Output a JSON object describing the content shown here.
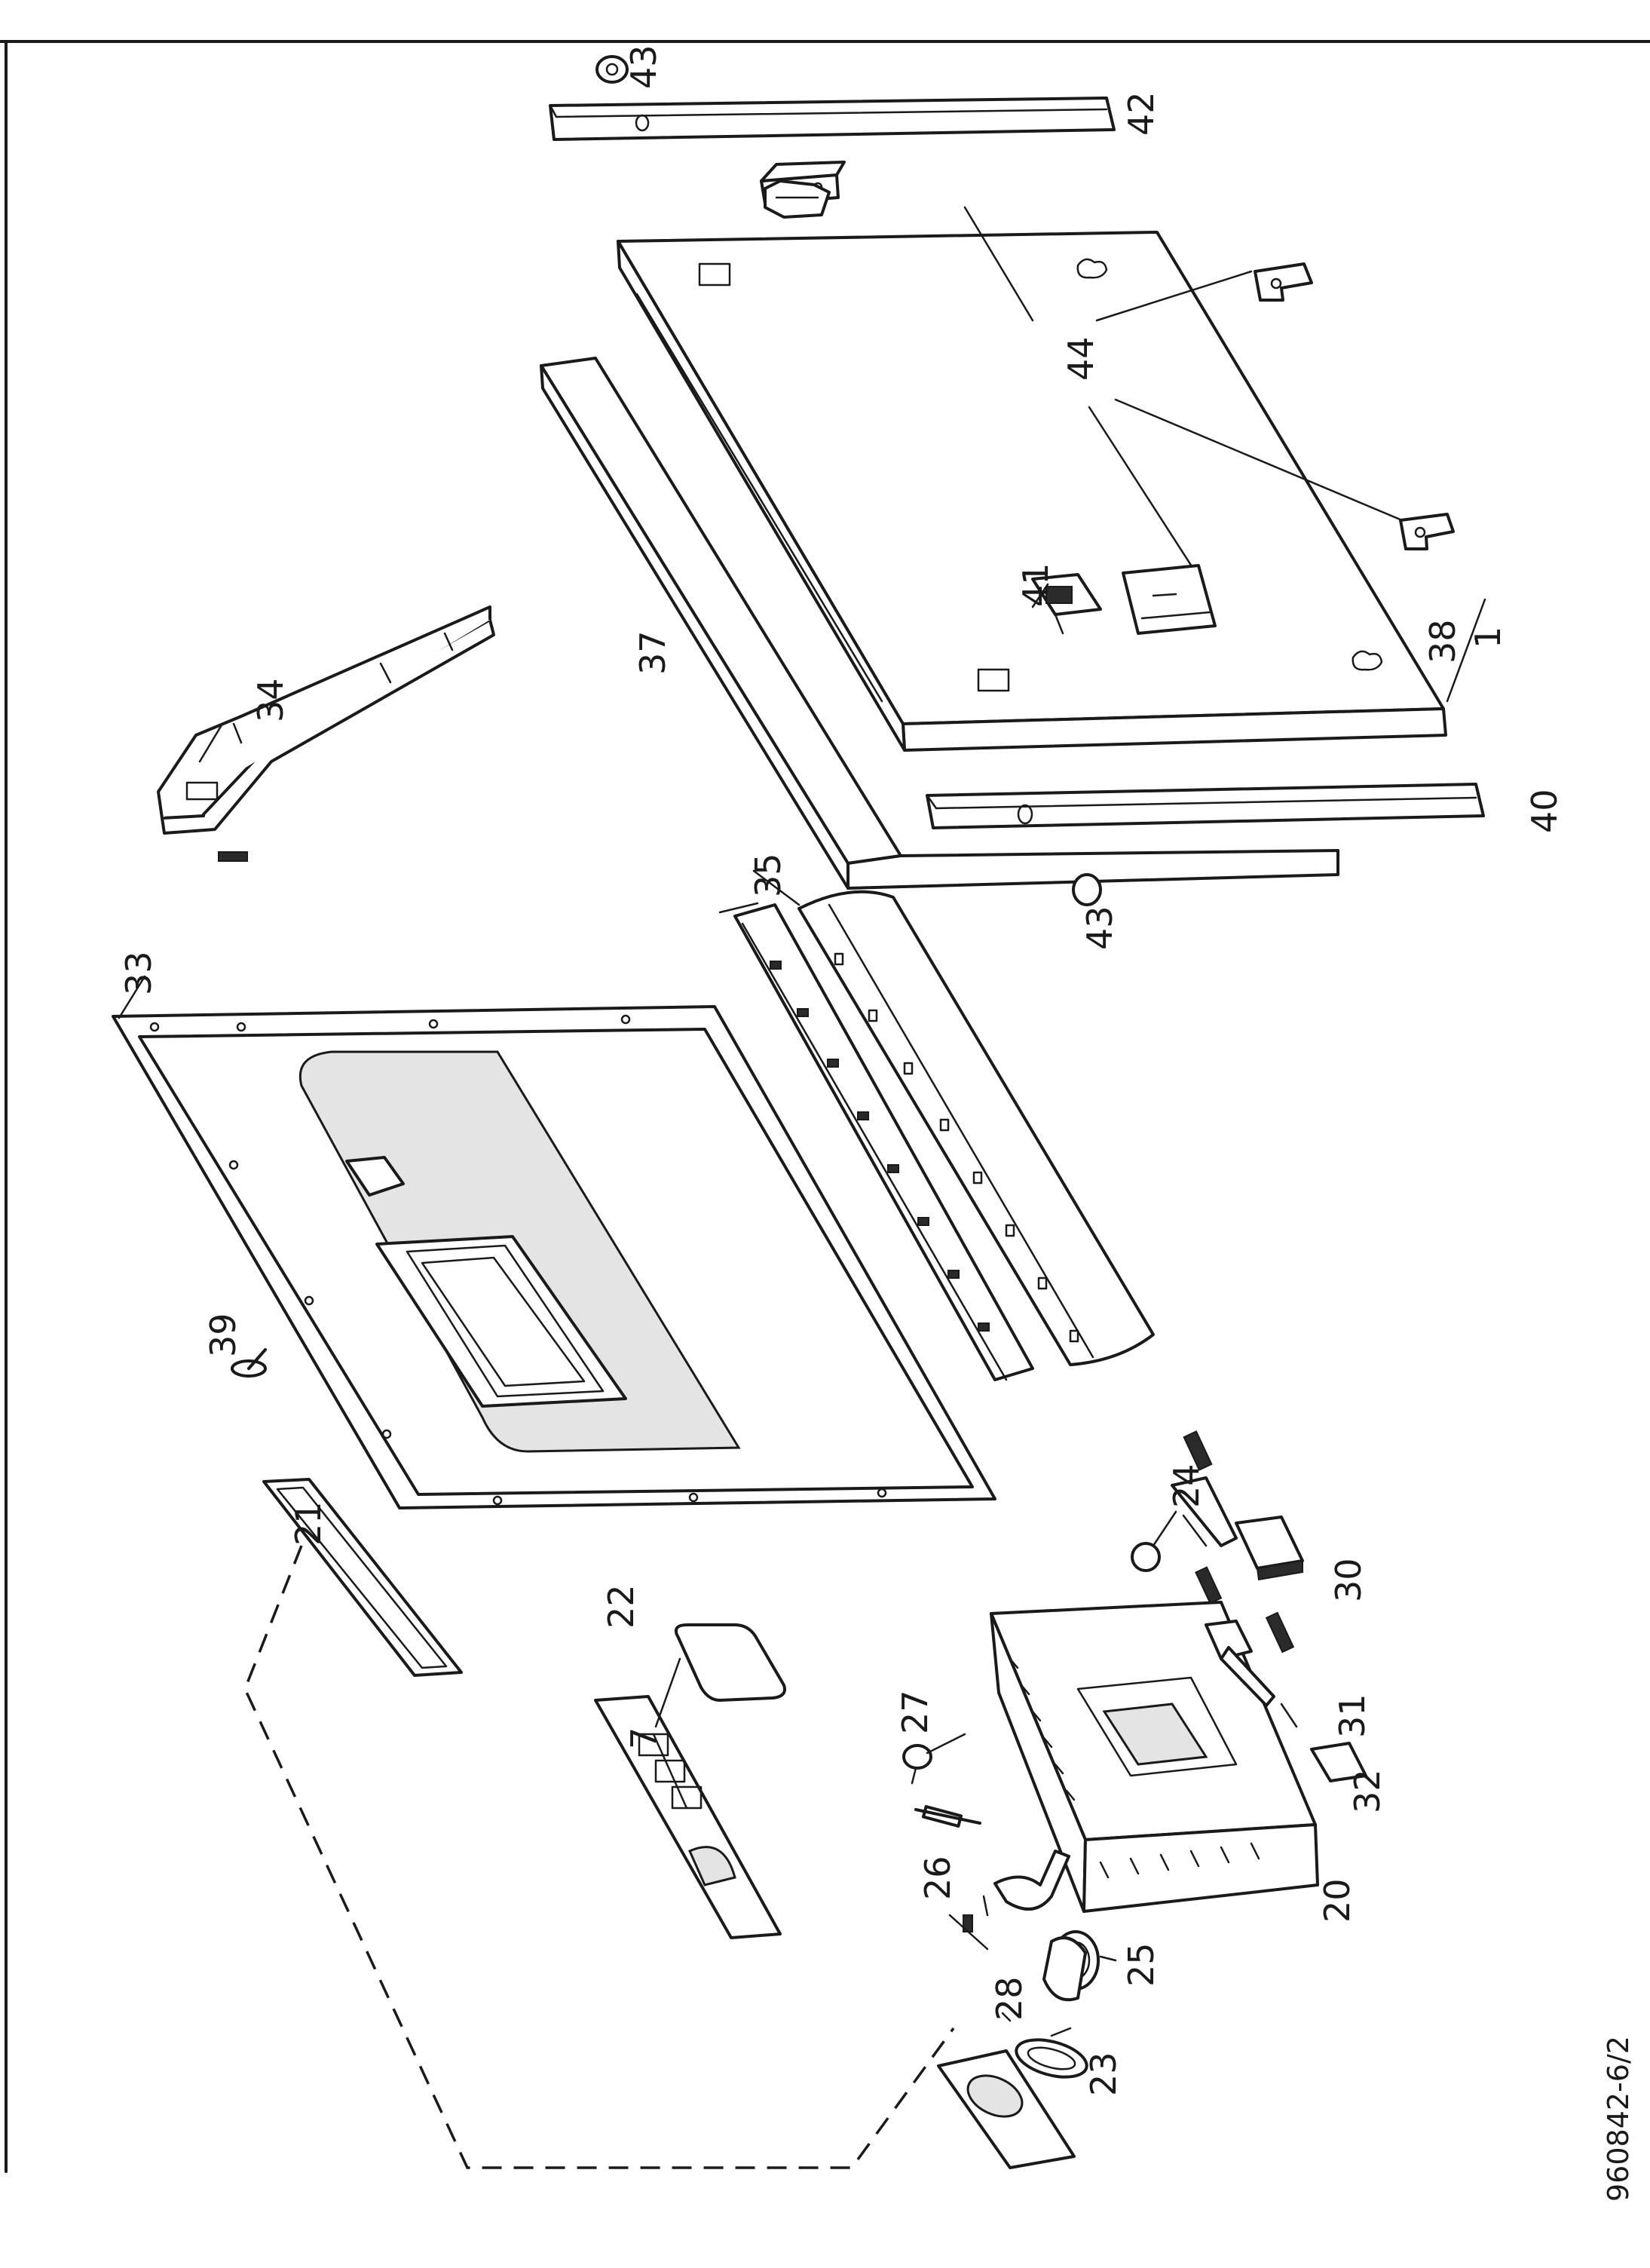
{
  "labels": {
    "l1": "1",
    "l7": "7",
    "l20": "20",
    "l21": "21",
    "l22": "22",
    "l23": "23",
    "l24": "24",
    "l25": "25",
    "l26": "26",
    "l27": "27",
    "l28": "28",
    "l30": "30",
    "l31": "31",
    "l32": "32",
    "l33": "33",
    "l34": "34",
    "l35": "35",
    "l37": "37",
    "l38": "38",
    "l39": "39",
    "l40": "40",
    "l41": "41",
    "l42": "42",
    "l43a": "43",
    "l43b": "43",
    "l44": "44"
  },
  "drawing_id": "960842-6/2"
}
